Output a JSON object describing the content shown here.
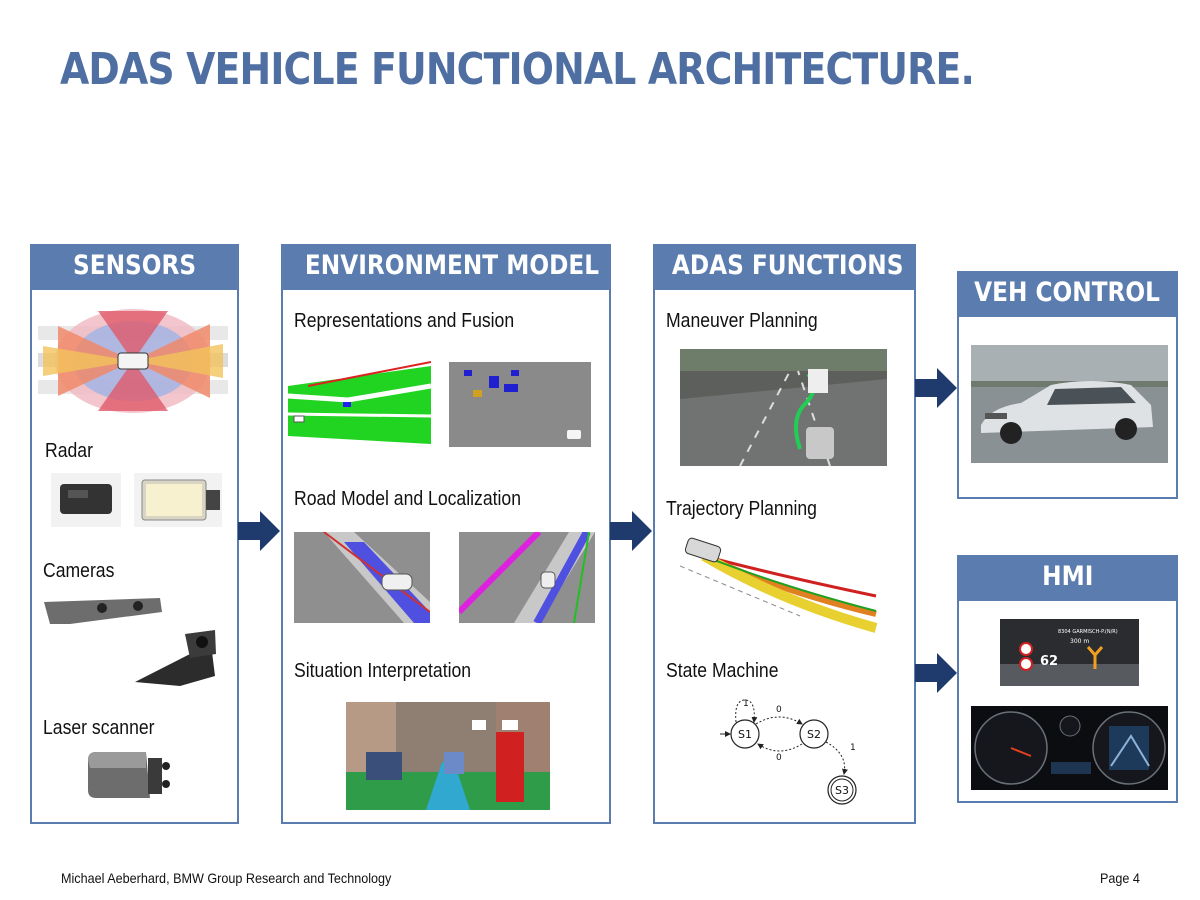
{
  "title": "ADAS VEHICLE FUNCTIONAL ARCHITECTURE.",
  "columns": {
    "sensors": {
      "header": "SENSORS",
      "labels": [
        "Radar",
        "Cameras",
        "Laser scanner"
      ]
    },
    "environment_model": {
      "header": "ENVIRONMENT MODEL",
      "labels": [
        "Representations and Fusion",
        "Road Model and Localization",
        "Situation Interpretation"
      ]
    },
    "adas_functions": {
      "header": "ADAS FUNCTIONS",
      "labels": [
        "Maneuver Planning",
        "Trajectory Planning",
        "State Machine"
      ]
    },
    "veh_control": {
      "header": "VEH CONTROL"
    },
    "hmi": {
      "header": "HMI"
    }
  },
  "state_machine": {
    "states": [
      "S1",
      "S2",
      "S3"
    ],
    "transitions": {
      "self_loop": "1",
      "s1_to_s2": "0",
      "s2_to_s1": "0",
      "s2_to_s3": "1"
    }
  },
  "hmi_display": {
    "speed": "62",
    "street": "8304 GARMISCH-P.(N/R)",
    "distance": "300 m"
  },
  "colors": {
    "accent": "#5b7cae",
    "title": "#4f6fa3",
    "arrow": "#1f3b6e"
  },
  "footer": {
    "author": "Michael Aeberhard, BMW Group Research and Technology",
    "page": "Page 4"
  }
}
